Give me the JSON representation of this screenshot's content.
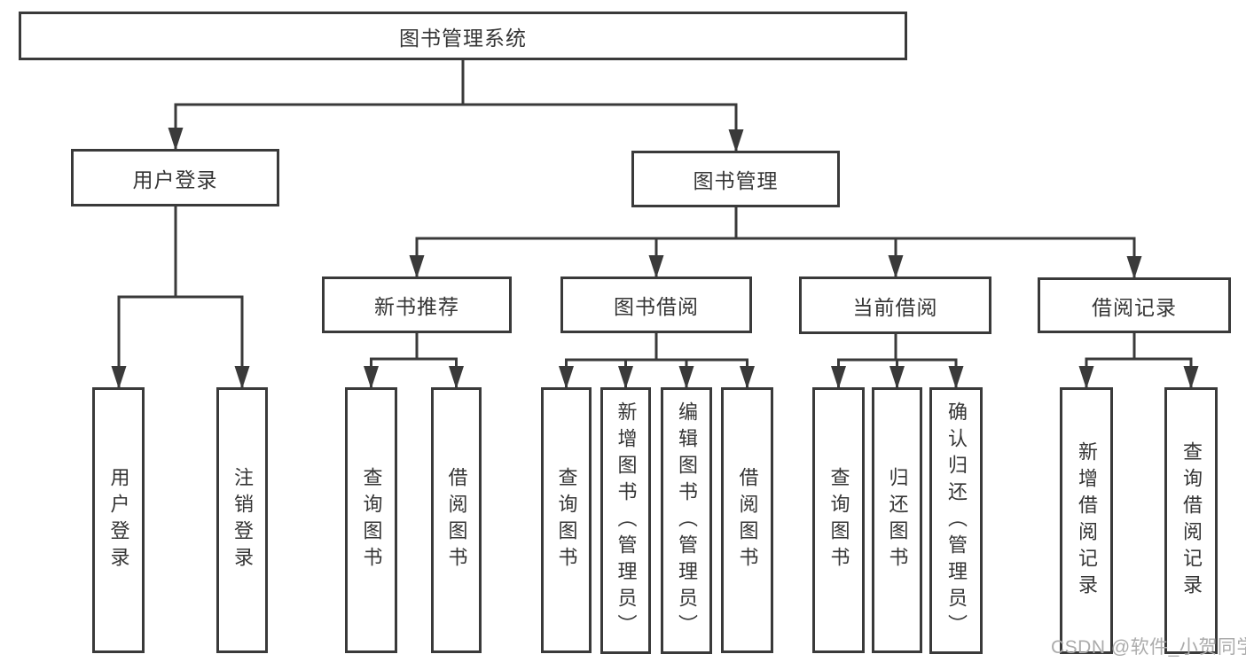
{
  "tree": {
    "label": "图书管理系统",
    "children": [
      {
        "label": "用户登录",
        "children": [
          {
            "label": "用户登录"
          },
          {
            "label": "注销登录"
          }
        ]
      },
      {
        "label": "图书管理",
        "children": [
          {
            "label": "新书推荐",
            "children": [
              {
                "label": "查询图书"
              },
              {
                "label": "借阅图书"
              }
            ]
          },
          {
            "label": "图书借阅",
            "children": [
              {
                "label": "查询图书"
              },
              {
                "label": "新增图书（管理员）"
              },
              {
                "label": "编辑图书（管理员）"
              },
              {
                "label": "借阅图书"
              }
            ]
          },
          {
            "label": "当前借阅",
            "children": [
              {
                "label": "查询图书"
              },
              {
                "label": "归还图书"
              },
              {
                "label": "确认归还（管理员）"
              }
            ]
          },
          {
            "label": "借阅记录",
            "children": [
              {
                "label": "新增借阅记录"
              },
              {
                "label": "查询借阅记录"
              }
            ]
          }
        ]
      }
    ]
  },
  "watermark": "CSDN @软件_小贺同学",
  "colors": {
    "line": "#3a3a3a",
    "text": "#353535",
    "watermark": "#ababab",
    "background": "#ffffff"
  }
}
